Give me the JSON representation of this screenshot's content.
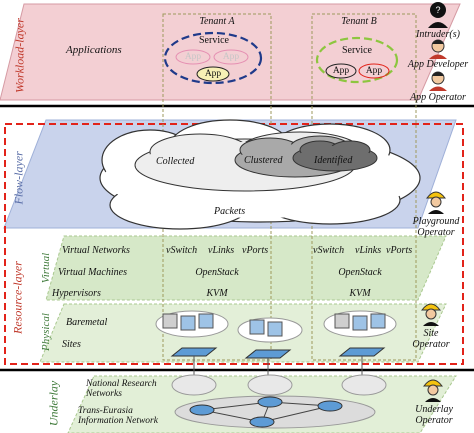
{
  "layers": {
    "workload": "Workload-layer",
    "flow": "Flow-layer",
    "virtual": "Virtual",
    "physical": "Physical",
    "resource": "Resource-layer",
    "underlay": "Underlay"
  },
  "workload": {
    "applications": "Applications",
    "tenant_a": {
      "title": "Tenant A",
      "service": "Service",
      "apps": [
        "App",
        "App",
        "App"
      ]
    },
    "tenant_b": {
      "title": "Tenant B",
      "service": "Service",
      "apps": [
        "App",
        "App"
      ]
    }
  },
  "flow": {
    "collected": "Collected",
    "clustered": "Clustered",
    "identified": "Identified",
    "packets": "Packets"
  },
  "virtual": {
    "rows": [
      "Virtual Networks",
      "Virtual Machines",
      "Hypervisors"
    ],
    "tenant_a": {
      "net": [
        "vSwitch",
        "vLinks",
        "vPorts"
      ],
      "vm": "OpenStack",
      "hv": "KVM"
    },
    "tenant_b": {
      "net": [
        "vSwitch",
        "vLinks",
        "vPorts"
      ],
      "vm": "OpenStack",
      "hv": "KVM"
    }
  },
  "physical": {
    "rows": [
      "Baremetal",
      "Sites"
    ]
  },
  "underlay": {
    "net1": "National Research\nNetworks",
    "net2": "Trans-Eurasia\nInformation Network"
  },
  "actors": {
    "intruder": "Intruder(s)",
    "app_developer": "App Developer",
    "app_operator": "App Operator",
    "playground_operator": "Playground\nOperator",
    "site_operator": "Site\nOperator",
    "underlay_operator": "Underlay\nOperator"
  },
  "colors": {
    "workload_fill": "#f3cfd3",
    "flow_fill": "#c9d3ec",
    "virtual_fill": "#d6e8c8",
    "physical_fill": "#e3efd8",
    "underlay_fill": "#e2efd7",
    "red_dash": "#e2231a",
    "tenant_a_ellipse": "#1f3a8a",
    "tenant_b_ellipse": "#8dc63f",
    "app_pink": "#e58fb2",
    "app_yellow": "#f7f0b5",
    "app_red": "#e2231a"
  }
}
